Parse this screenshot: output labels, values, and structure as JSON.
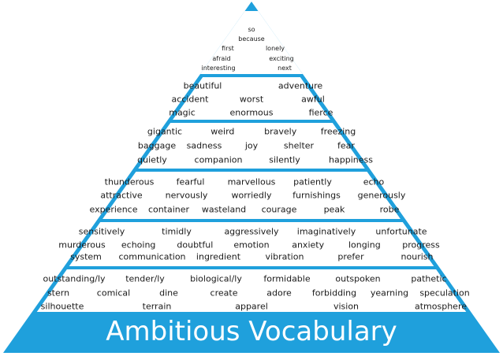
{
  "title": "Ambitious Vocabulary",
  "colors": {
    "frame": "#1fa0dc",
    "band": "#ffffff",
    "text": "#1a1a1a",
    "title_text": "#ffffff"
  },
  "tiers": [
    {
      "rows": [
        [
          "so"
        ],
        [
          "because"
        ],
        [
          "first",
          "lonely"
        ],
        [
          "afraid",
          "exciting"
        ],
        [
          "interesting",
          "next"
        ]
      ]
    },
    {
      "rows": [
        [
          "beautiful",
          "adventure"
        ],
        [
          "accident",
          "worst",
          "awful"
        ],
        [
          "magic",
          "enormous",
          "fierce"
        ]
      ]
    },
    {
      "rows": [
        [
          "gigantic",
          "weird",
          "bravely",
          "freezing"
        ],
        [
          "baggage",
          "sadness",
          "joy",
          "shelter",
          "fear"
        ],
        [
          "quietly",
          "companion",
          "silently",
          "happiness"
        ]
      ]
    },
    {
      "rows": [
        [
          "thunderous",
          "fearful",
          "marvellous",
          "patiently",
          "echo"
        ],
        [
          "attractive",
          "nervously",
          "worriedly",
          "furnishings",
          "generously"
        ],
        [
          "experience",
          "container",
          "wasteland",
          "courage",
          "peak",
          "robe"
        ]
      ]
    },
    {
      "rows": [
        [
          "sensitively",
          "timidly",
          "aggressively",
          "imaginatively",
          "unfortunate"
        ],
        [
          "murderous",
          "echoing",
          "doubtful",
          "emotion",
          "anxiety",
          "longing",
          "progress"
        ],
        [
          "system",
          "communication",
          "ingredient",
          "vibration",
          "prefer",
          "nourish"
        ]
      ]
    },
    {
      "rows": [
        [
          "outstanding/ly",
          "tender/ly",
          "biological/ly",
          "formidable",
          "outspoken",
          "pathetic"
        ],
        [
          "stern",
          "comical",
          "dine",
          "create",
          "adore",
          "forbidding",
          "yearning",
          "speculation"
        ],
        [
          "silhouette",
          "terrain",
          "apparel",
          "vision",
          "atmosphere"
        ]
      ]
    }
  ]
}
